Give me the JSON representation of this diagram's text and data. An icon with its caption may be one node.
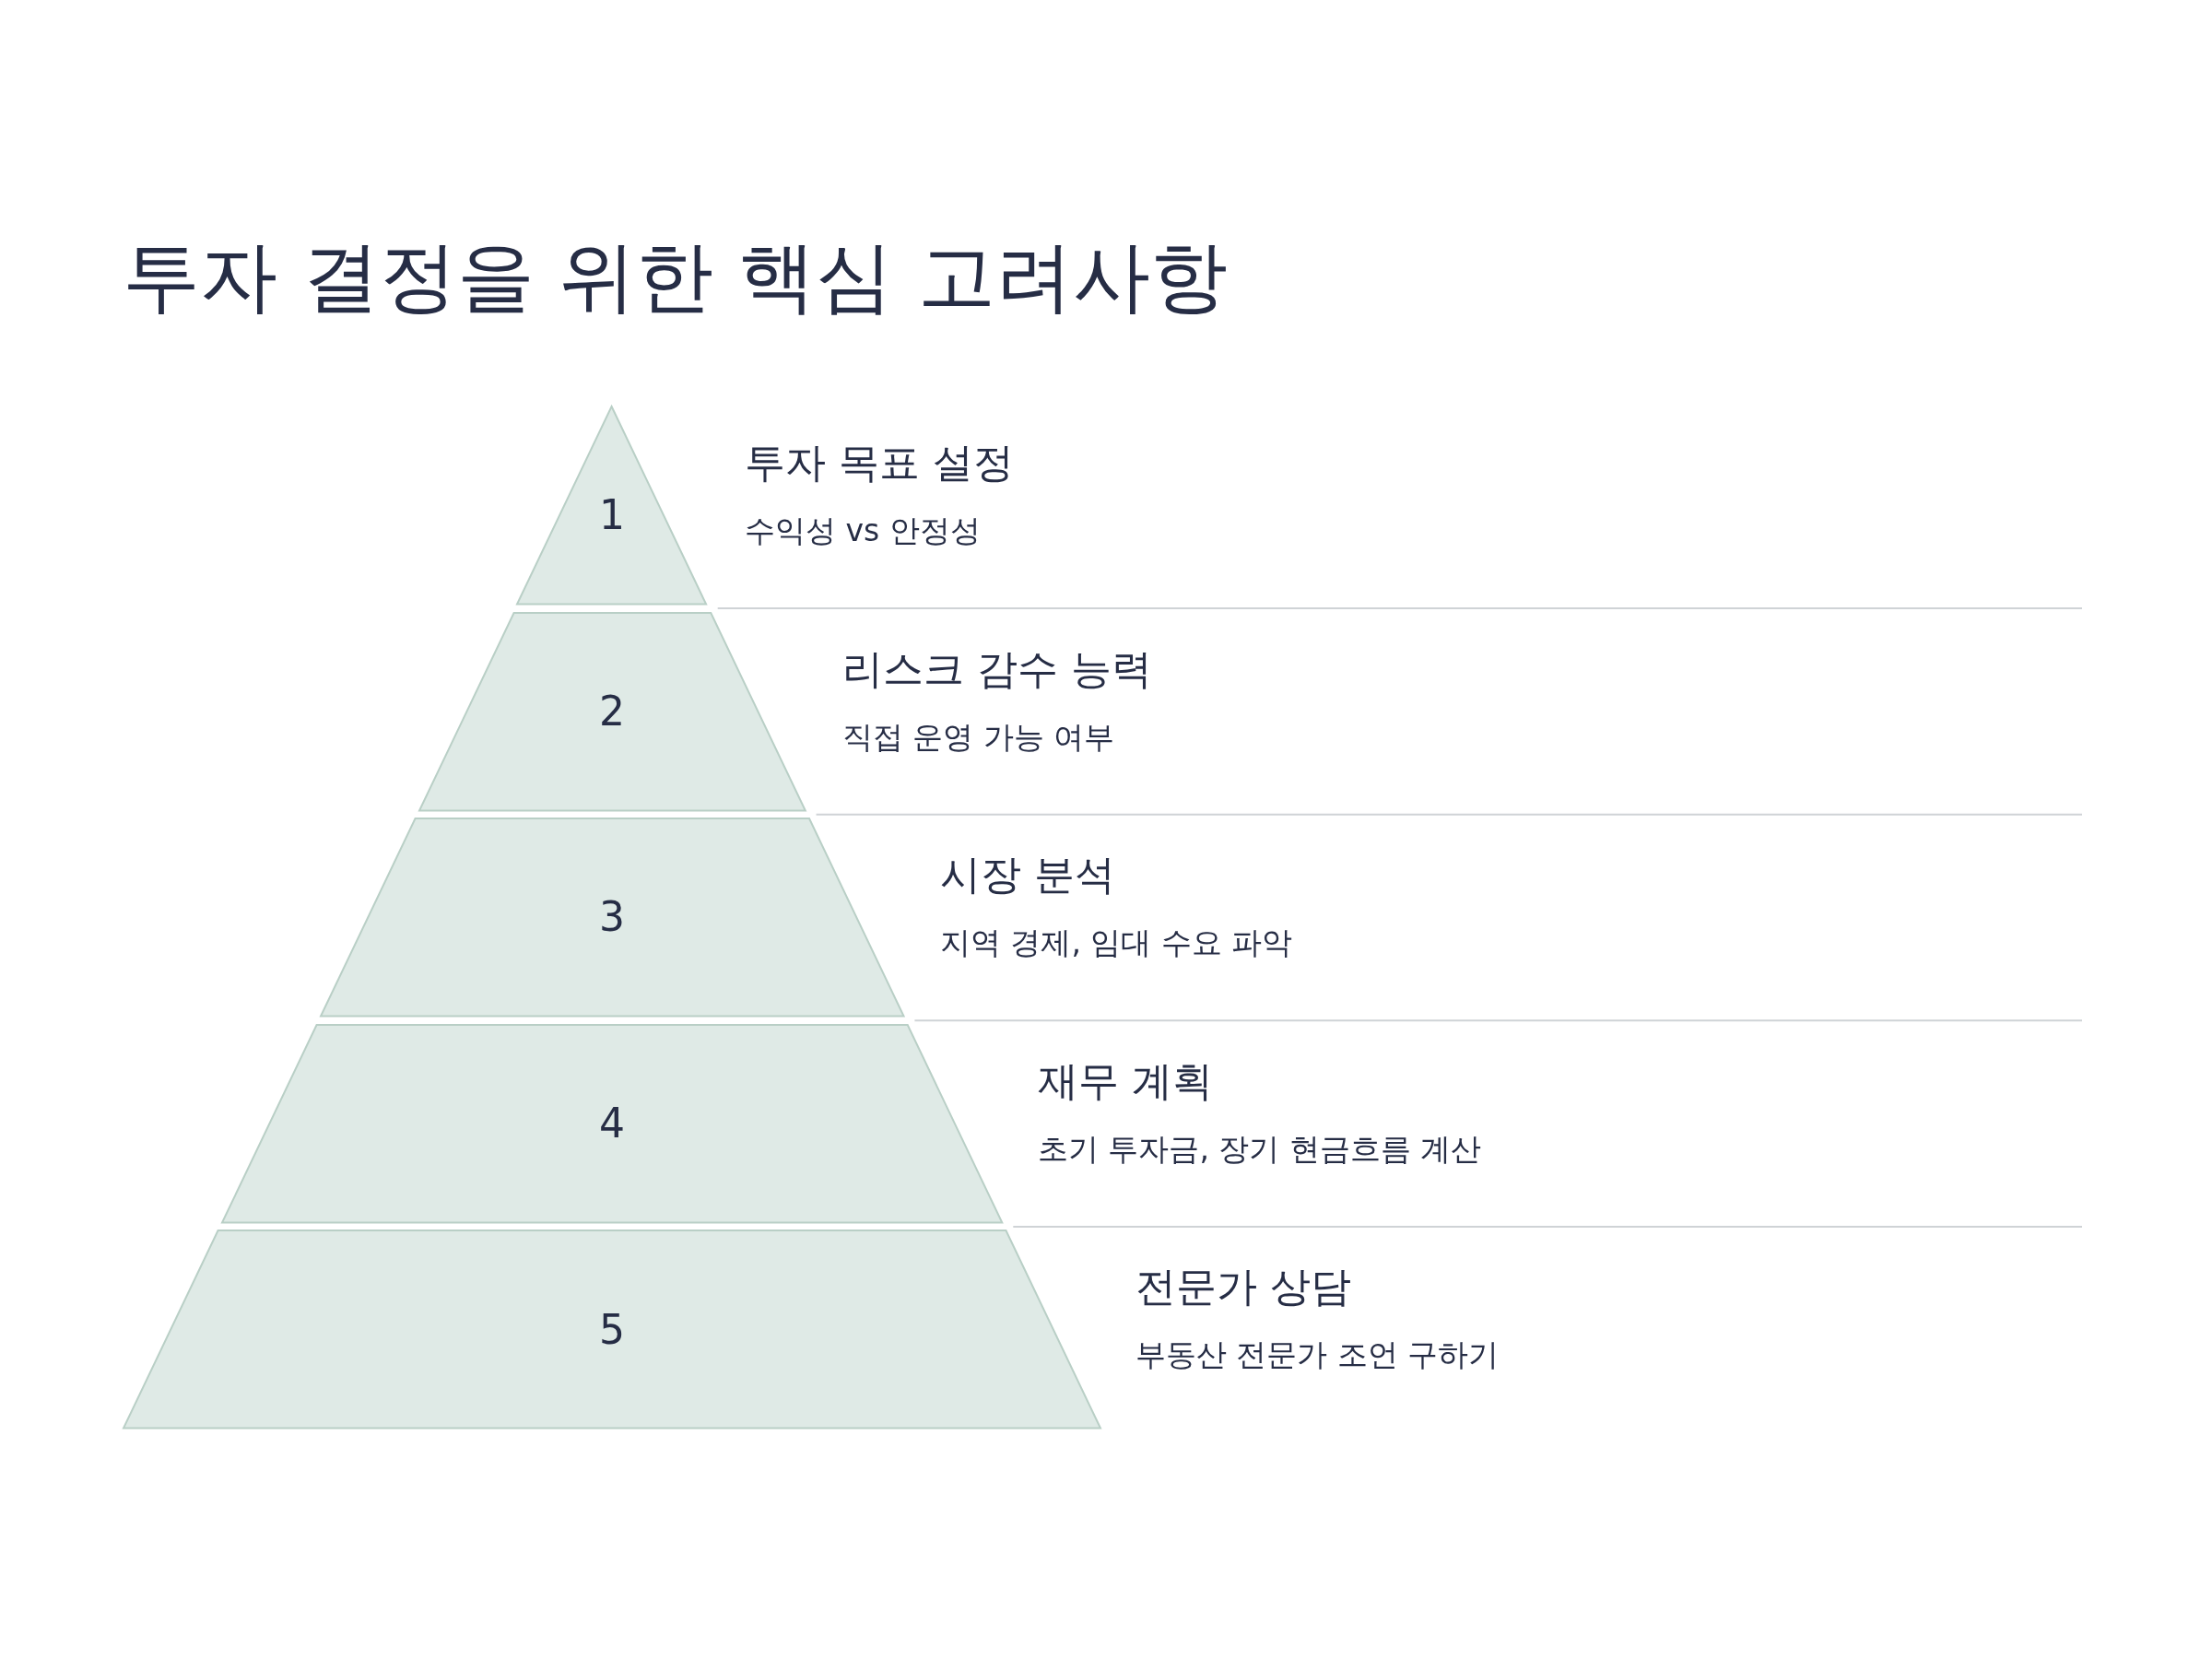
{
  "diagram": {
    "title": "투자 결정을 위한 핵심 고려사항",
    "nodes": [
      {
        "text": [
          "1"
        ],
        "beside": [
          "투자 목표 설정",
          "수익성 vs 안정성"
        ]
      },
      {
        "text": [
          "2"
        ],
        "beside": [
          "리스크 감수 능력",
          "직접 운영 가능 여부"
        ]
      },
      {
        "text": [
          "3"
        ],
        "beside": [
          "시장 분석",
          "지역 경제, 임대 수요 파악"
        ]
      },
      {
        "text": [
          "4"
        ],
        "beside": [
          "재무 계획",
          "초기 투자금, 장기 현금흐름 계산"
        ]
      },
      {
        "text": [
          "5"
        ],
        "beside": [
          "전문가 상담",
          "부동산 전문가 조언 구하기"
        ]
      }
    ],
    "edges": []
  }
}
